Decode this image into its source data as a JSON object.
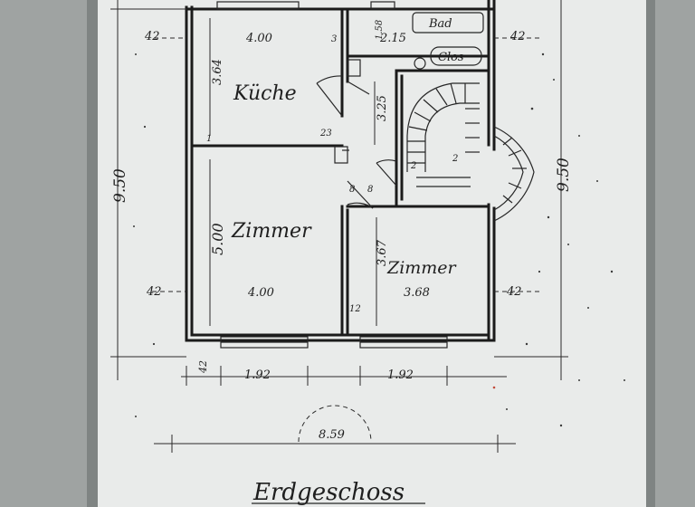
{
  "plan": {
    "title": "Erdgeschoss",
    "rooms": {
      "kitchen": "Küche",
      "bath": "Bad",
      "wc": "Clos",
      "room_left": "Zimmer",
      "room_right": "Zimmer"
    },
    "dimensions": {
      "height_left": "9.50",
      "height_right": "9.50",
      "kitchen_width": "4.00",
      "kitchen_depth": "3.64",
      "bath_width": "2.15",
      "bath_depth": "1.58",
      "hall_depth": "3.25",
      "left_room_depth": "5.00",
      "left_room_width": "4.00",
      "right_room_depth": "3.67",
      "right_room_width": "3.68",
      "wall_outer_top_left": "42",
      "wall_outer_top_right": "42",
      "wall_outer_mid_left": "42",
      "wall_outer_mid_right": "42",
      "wall_inner": "12",
      "wall_bottom_left": "42",
      "window_left": "1.92",
      "window_right": "1.92",
      "total_width": "8.59",
      "kitchen_note_left": "1",
      "kitchen_note_right": "23",
      "hall_door_left": "8",
      "hall_door_right": "8",
      "stair_note": "2",
      "small_a": "3",
      "small_b": "2"
    },
    "colors": {
      "paper": "#e9ebea",
      "background": "#9fa3a2",
      "ink": "#1b1b1b"
    }
  }
}
